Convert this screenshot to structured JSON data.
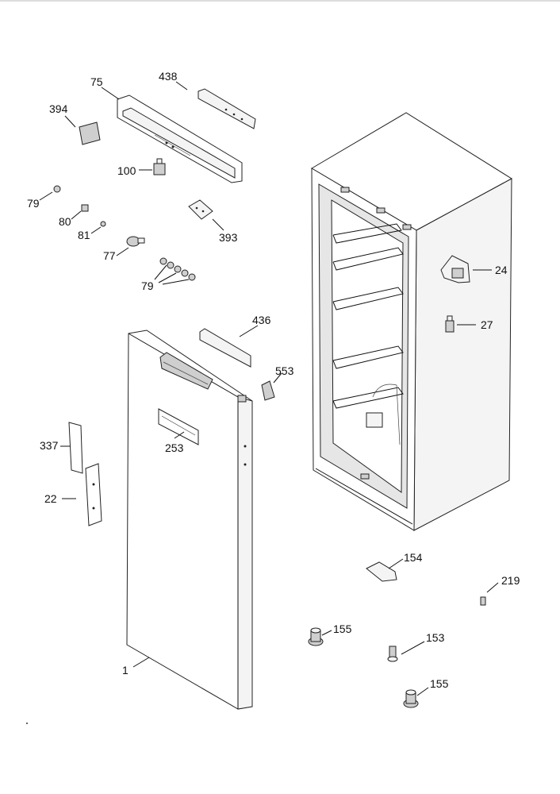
{
  "callouts": {
    "c75": "75",
    "c438": "438",
    "c394": "394",
    "c100": "100",
    "c79a": "79",
    "c80": "80",
    "c81": "81",
    "c393": "393",
    "c77": "77",
    "c79b": "79",
    "c24": "24",
    "c27": "27",
    "c436": "436",
    "c553": "553",
    "c253": "253",
    "c337": "337",
    "c22": "22",
    "c154": "154",
    "c219": "219",
    "c155a": "155",
    "c153": "153",
    "c155b": "155",
    "c1": "1"
  }
}
